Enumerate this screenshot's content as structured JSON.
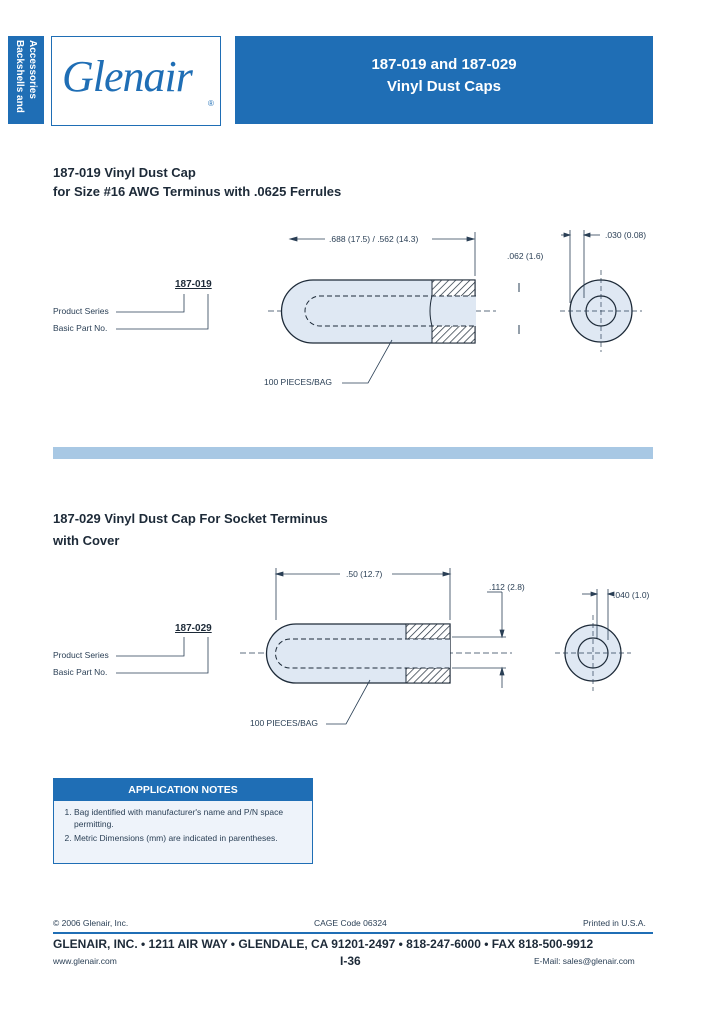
{
  "side_tab": {
    "line1": "Backshells and",
    "line2": "Accessories"
  },
  "logo": {
    "text": "Glenair",
    "mark": "®"
  },
  "header": {
    "title_line1": "187-019 and 187-029",
    "title_line2": "Vinyl Dust Caps"
  },
  "section1": {
    "title_line1": "187-019 Vinyl Dust Cap",
    "title_line2": "for Size #16 AWG Terminus with .0625 Ferrules",
    "part_number": "187-019",
    "label_product_series": "Product Series",
    "label_basic_part": "Basic Part No.",
    "dim_length": ".688 (17.5) / .562 (14.3)",
    "dim_id": ".062 (1.6)",
    "dim_wall": ".030 (0.08)",
    "bag_label": "100 PIECES/BAG"
  },
  "section2": {
    "title_line1": "187-029 Vinyl Dust Cap For Socket Terminus",
    "title_line2": "with Cover",
    "part_number": "187-029",
    "label_product_series": "Product Series",
    "label_basic_part": "Basic Part No.",
    "dim_length": ".50 (12.7)",
    "dim_id": ".112 (2.8)",
    "dim_wall": ".040 (1.0)",
    "bag_label": "100 PIECES/BAG"
  },
  "application_notes": {
    "heading": "APPLICATION NOTES",
    "items": [
      "Bag identified with manufacturer's name and P/N space permitting.",
      "Metric Dimensions (mm) are indicated in parentheses."
    ]
  },
  "footer": {
    "copyright": "© 2006 Glenair, Inc.",
    "cage_code": "CAGE Code 06324",
    "printed": "Printed in U.S.A.",
    "address": "GLENAIR, INC. • 1211 AIR WAY • GLENDALE, CA 91201-2497 • 818-247-6000 • FAX 818-500-9912",
    "website": "www.glenair.com",
    "page": "I-36",
    "email": "E-Mail: sales@glenair.com"
  },
  "colors": {
    "brand_blue": "#1f6eb5",
    "divider_blue": "#a8c8e4",
    "part_fill": "#dfe8f3"
  }
}
